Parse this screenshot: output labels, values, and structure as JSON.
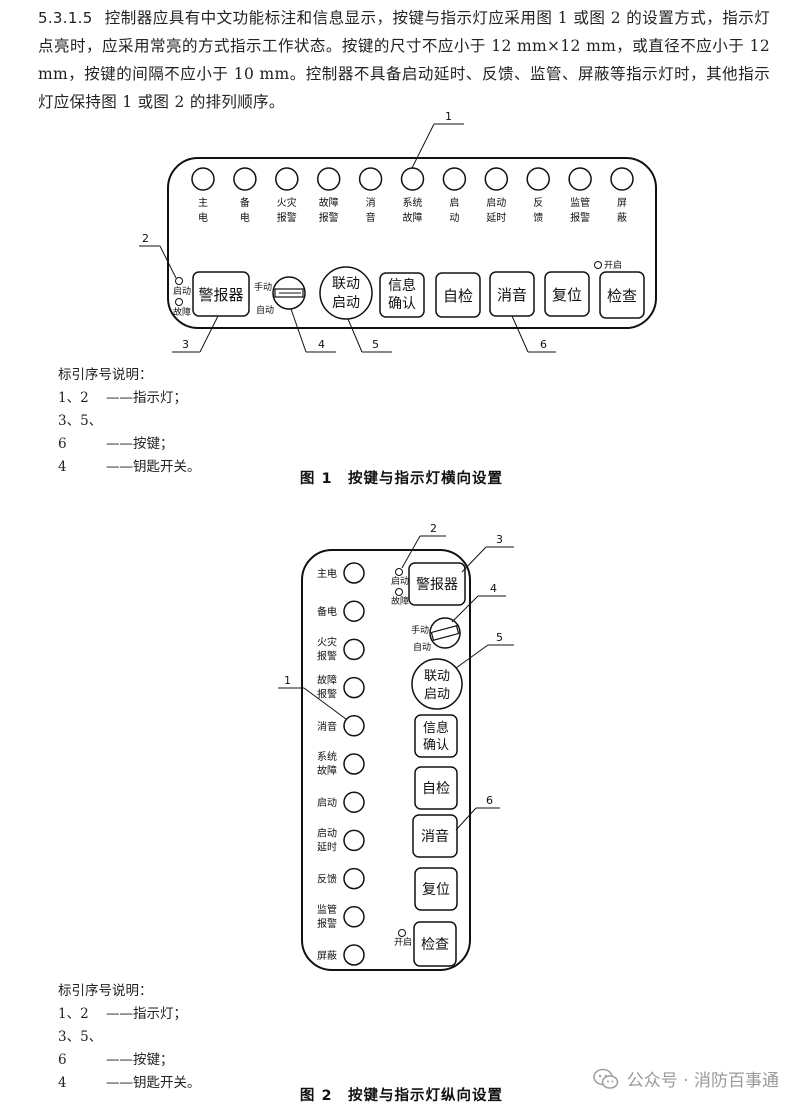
{
  "clause": {
    "number": "5.3.1.5",
    "text": "控制器应具有中文功能标注和信息显示，按键与指示灯应采用图 1 或图 2 的设置方式，指示灯点亮时，应采用常亮的方式指示工作状态。按键的尺寸不应小于 12 mm×12 mm，或直径不应小于 12 mm，按键的间隔不应小于 10 mm。控制器不具备启动延时、反馈、监管、屏蔽等指示灯时，其他指示灯应保持图 1 或图 2 的排列顺序。"
  },
  "indicator_lamps": [
    {
      "line1": "主",
      "line2": "电",
      "vertical": "主电"
    },
    {
      "line1": "备",
      "line2": "电",
      "vertical": "备电"
    },
    {
      "line1": "火灾",
      "line2": "报警",
      "vertical": "火灾\n报警"
    },
    {
      "line1": "故障",
      "line2": "报警",
      "vertical": "故障\n报警"
    },
    {
      "line1": "消",
      "line2": "音",
      "vertical": "消音"
    },
    {
      "line1": "系统",
      "line2": "故障",
      "vertical": "系统\n故障"
    },
    {
      "line1": "启",
      "line2": "动",
      "vertical": "启动"
    },
    {
      "line1": "启动",
      "line2": "延时",
      "vertical": "启动\n延时"
    },
    {
      "line1": "反",
      "line2": "馈",
      "vertical": "反馈"
    },
    {
      "line1": "监管",
      "line2": "报警",
      "vertical": "监管\n报警"
    },
    {
      "line1": "屏",
      "line2": "蔽",
      "vertical": "屏蔽"
    }
  ],
  "alarm_lamps": {
    "start": "启动",
    "fault": "故障"
  },
  "key_switch": {
    "manual": "手动",
    "auto": "自动"
  },
  "check_lamp": "开启",
  "buttons": {
    "alarm": "警报器",
    "linkage_line1": "联动",
    "linkage_line2": "启动",
    "confirm_line1": "信息",
    "confirm_line2": "确认",
    "selftest": "自检",
    "silence": "消音",
    "reset": "复位",
    "check": "检查"
  },
  "callouts": {
    "n1": "1",
    "n2": "2",
    "n3": "3",
    "n4": "4",
    "n5": "5",
    "n6": "6"
  },
  "legend": {
    "title": "标引序号说明：",
    "items": [
      {
        "num": "1、2",
        "desc": "——指示灯；"
      },
      {
        "num": "3、5、6",
        "desc": "——按键；"
      },
      {
        "num": "4",
        "desc": "——钥匙开关。"
      }
    ]
  },
  "captions": {
    "fig1": "图 1　按键与指示灯横向设置",
    "fig2": "图 2　按键与指示灯纵向设置"
  },
  "watermark": {
    "text": "公众号 · 消防百事通",
    "icon": "wechat-icon"
  }
}
